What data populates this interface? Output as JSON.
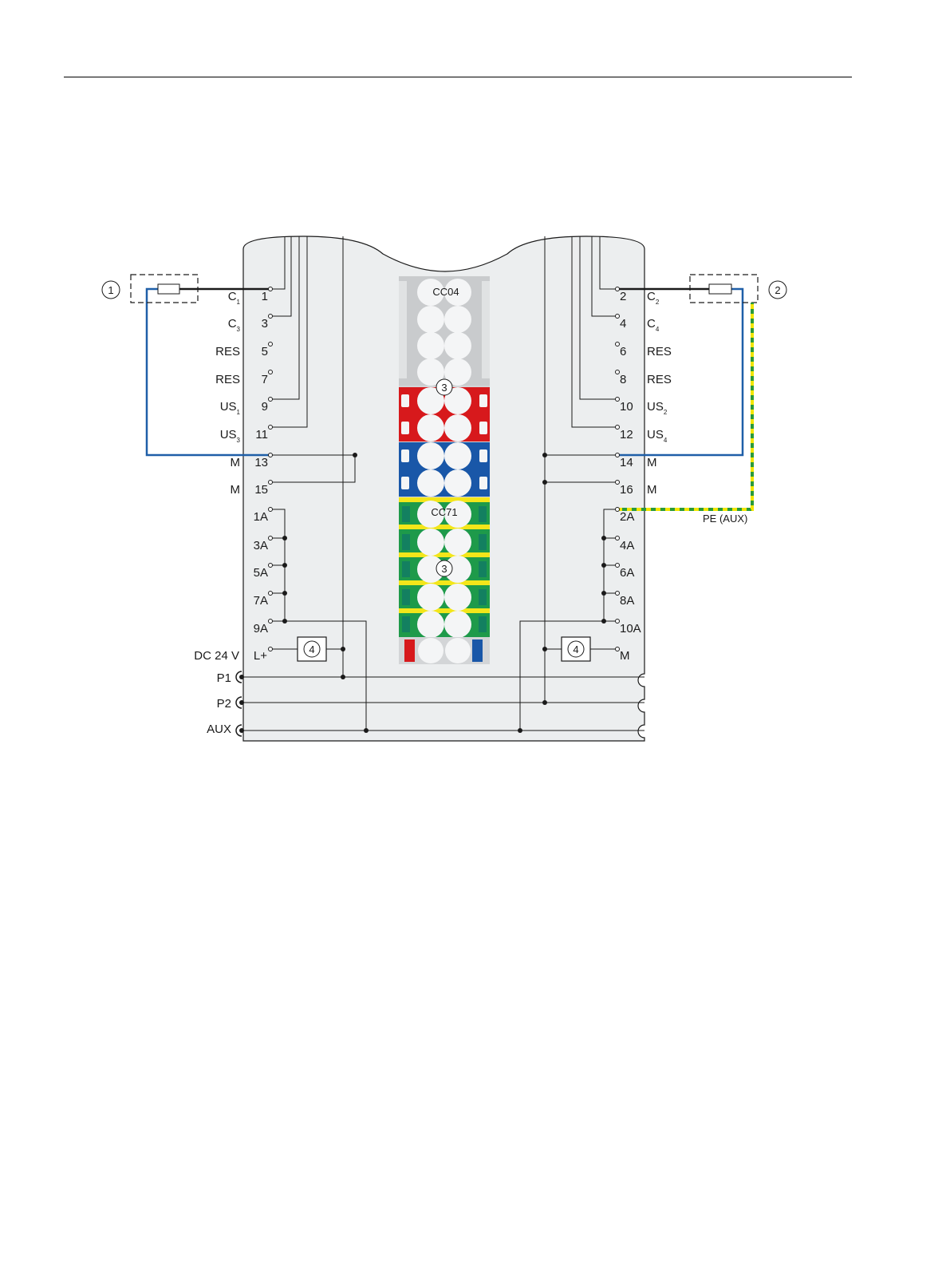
{
  "diagram": {
    "callouts": [
      "1",
      "2",
      "3",
      "4"
    ],
    "terminal_block": {
      "top_label": "CC04",
      "bottom_label": "CC71"
    },
    "left_terminals": [
      {
        "name": "C",
        "sub": "1",
        "num": "1"
      },
      {
        "name": "C",
        "sub": "3",
        "num": "3"
      },
      {
        "name": "RES",
        "sub": "",
        "num": "5"
      },
      {
        "name": "RES",
        "sub": "",
        "num": "7"
      },
      {
        "name": "US",
        "sub": "1",
        "num": "9"
      },
      {
        "name": "US",
        "sub": "3",
        "num": "11"
      },
      {
        "name": "M",
        "sub": "",
        "num": "13"
      },
      {
        "name": "M",
        "sub": "",
        "num": "15"
      },
      {
        "name": "",
        "sub": "",
        "num": "1A"
      },
      {
        "name": "",
        "sub": "",
        "num": "3A"
      },
      {
        "name": "",
        "sub": "",
        "num": "5A"
      },
      {
        "name": "",
        "sub": "",
        "num": "7A"
      },
      {
        "name": "",
        "sub": "",
        "num": "9A"
      }
    ],
    "right_terminals": [
      {
        "name": "C",
        "sub": "2",
        "num": "2"
      },
      {
        "name": "C",
        "sub": "4",
        "num": "4"
      },
      {
        "name": "RES",
        "sub": "",
        "num": "6"
      },
      {
        "name": "RES",
        "sub": "",
        "num": "8"
      },
      {
        "name": "US",
        "sub": "2",
        "num": "10"
      },
      {
        "name": "US",
        "sub": "4",
        "num": "12"
      },
      {
        "name": "M",
        "sub": "",
        "num": "14"
      },
      {
        "name": "M",
        "sub": "",
        "num": "16"
      },
      {
        "name": "",
        "sub": "",
        "num": "2A"
      },
      {
        "name": "",
        "sub": "",
        "num": "4A"
      },
      {
        "name": "",
        "sub": "",
        "num": "6A"
      },
      {
        "name": "",
        "sub": "",
        "num": "8A"
      },
      {
        "name": "",
        "sub": "",
        "num": "10A"
      }
    ],
    "supply": {
      "dc_label": "DC 24 V",
      "lplus": "L+",
      "m": "M"
    },
    "pe_label": "PE (AUX)",
    "buses": [
      "P1",
      "P2",
      "AUX"
    ],
    "colors": {
      "cable_blue": "#1f5fa8",
      "pe_green": "#2a9a3a",
      "pe_yellow": "#f2e600",
      "slot_red": "#d7191c",
      "slot_blue": "#1957a8",
      "slot_green": "#1e9a4a",
      "slot_yellow": "#f3e61a",
      "slot_grey": "#c9cbcd",
      "body_fill": "#eceeef"
    }
  }
}
